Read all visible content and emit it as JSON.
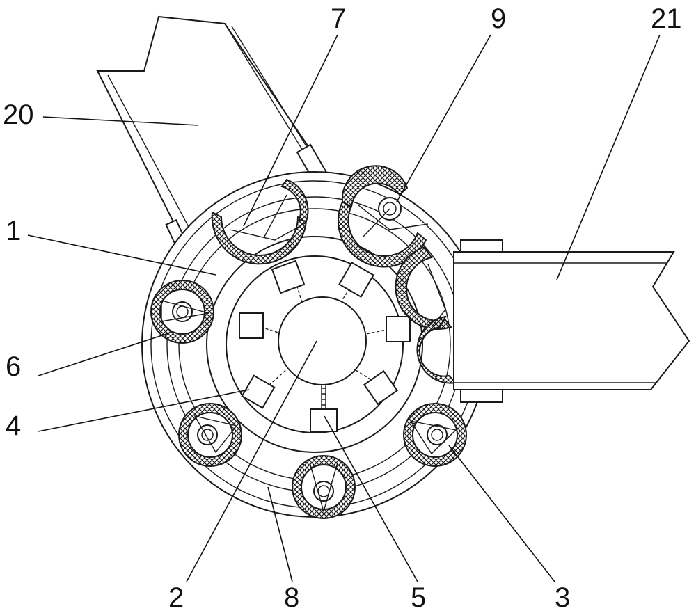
{
  "labels": {
    "l1": "1",
    "l2": "2",
    "l3": "3",
    "l4": "4",
    "l5": "5",
    "l6": "6",
    "l7": "7",
    "l8": "8",
    "l9": "9",
    "l20": "20",
    "l21": "21"
  }
}
